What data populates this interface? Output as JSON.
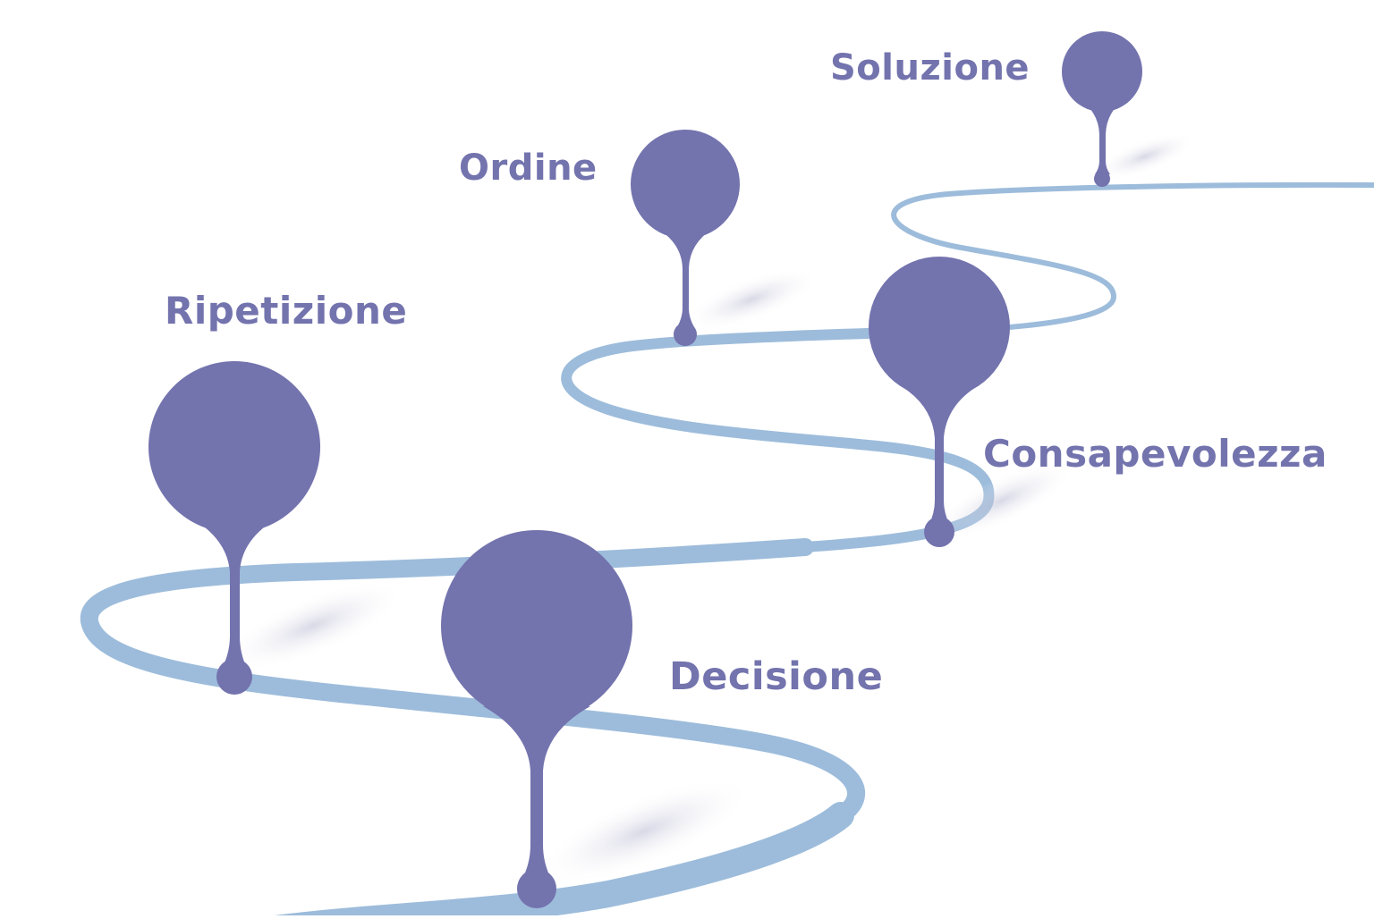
{
  "diagram": {
    "colors": {
      "road": "#9dbcdb",
      "road_shadow": "#8aa9cc",
      "pin": "#7373ae",
      "label": "#7373ae",
      "background": "#ffffff"
    },
    "milestones": [
      {
        "id": "decisione",
        "label": "Decisione",
        "icon": "map-pin-icon"
      },
      {
        "id": "ripetizione",
        "label": "Ripetizione",
        "icon": "map-pin-icon"
      },
      {
        "id": "consapevolezza",
        "label": "Consapevolezza",
        "icon": "map-pin-icon"
      },
      {
        "id": "ordine",
        "label": "Ordine",
        "icon": "map-pin-icon"
      },
      {
        "id": "soluzione",
        "label": "Soluzione",
        "icon": "map-pin-icon"
      }
    ]
  }
}
